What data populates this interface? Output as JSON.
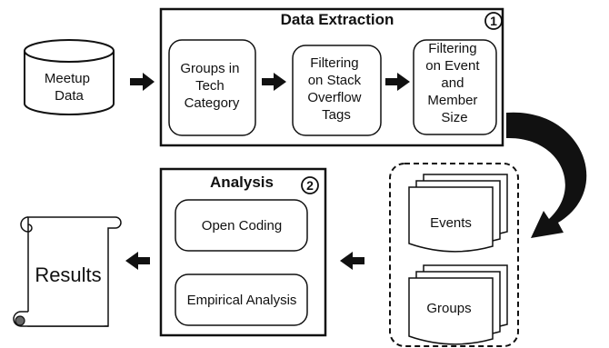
{
  "source": {
    "label_lines": [
      "Meetup",
      "Data"
    ]
  },
  "extraction": {
    "title": "Data Extraction",
    "badge": "1",
    "steps": [
      {
        "lines": [
          "Groups in",
          "Tech",
          "Category"
        ]
      },
      {
        "lines": [
          "Filtering",
          "on Stack",
          "Overflow",
          "Tags"
        ]
      },
      {
        "lines": [
          "Filtering",
          "on Event",
          "and",
          "Member",
          "Size"
        ]
      }
    ]
  },
  "datasets": {
    "events": "Events",
    "groups": "Groups"
  },
  "analysis": {
    "title": "Analysis",
    "badge": "2",
    "methods": [
      "Open Coding",
      "Empirical Analysis"
    ]
  },
  "output": {
    "label": "Results"
  }
}
